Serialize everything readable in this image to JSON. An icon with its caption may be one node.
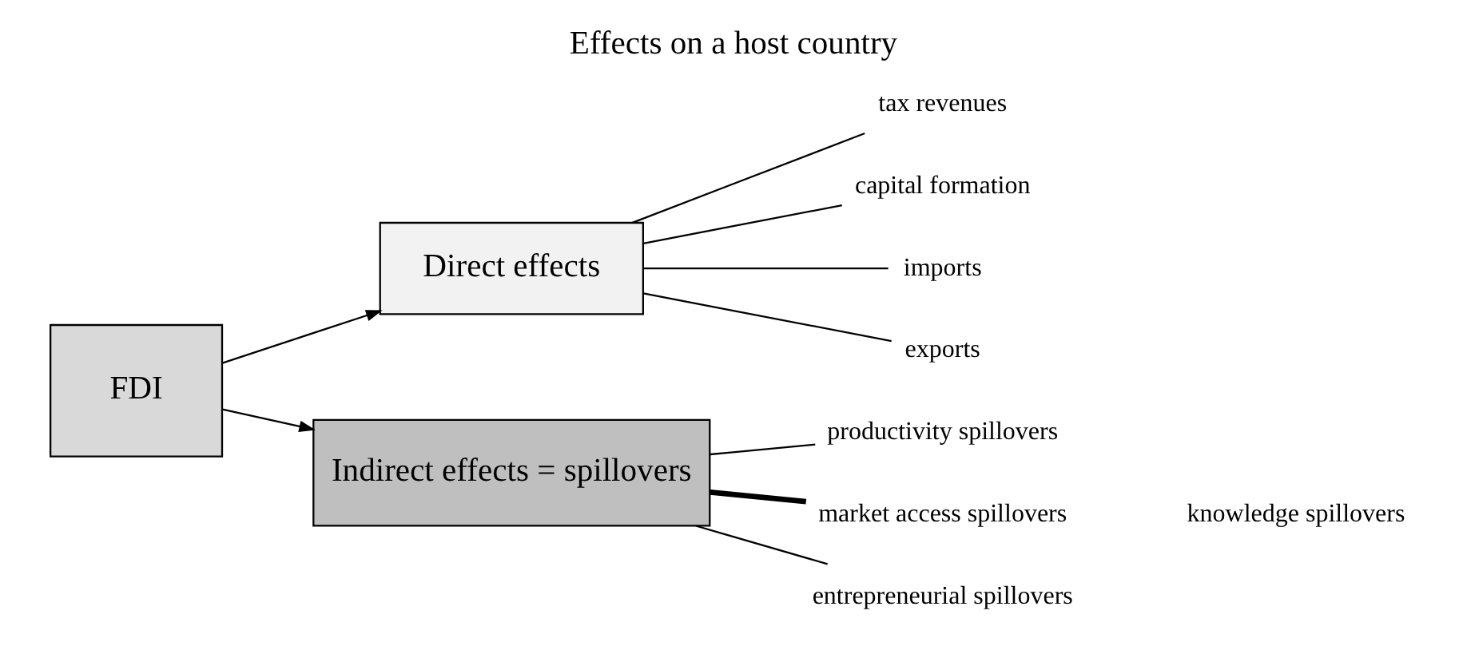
{
  "diagram": {
    "title": "Effects on a host country",
    "nodes": [
      {
        "text": [
          "FDI"
        ]
      },
      {
        "text": [
          "Direct effects"
        ]
      },
      {
        "text": [
          "Indirect effects = spillovers"
        ]
      },
      {
        "text": [
          "tax revenues"
        ]
      },
      {
        "text": [
          "capital formation"
        ]
      },
      {
        "text": [
          "imports"
        ]
      },
      {
        "text": [
          "exports"
        ]
      },
      {
        "text": [
          "productivity spillovers"
        ]
      },
      {
        "text": [
          "market access spillovers"
        ]
      },
      {
        "text": [
          "entrepreneurial spillovers"
        ]
      }
    ],
    "edges": [
      {
        "from": 0,
        "to": 1,
        "arrow": "to"
      },
      {
        "from": 0,
        "to": 2,
        "arrow": "to"
      },
      {
        "from": 1,
        "to": 3,
        "arrow": "none"
      },
      {
        "from": 1,
        "to": 4,
        "arrow": "none"
      },
      {
        "from": 1,
        "to": 5,
        "arrow": "none"
      },
      {
        "from": 1,
        "to": 6,
        "arrow": "none"
      },
      {
        "from": 2,
        "to": 7,
        "arrow": "none"
      },
      {
        "from": 2,
        "to": 8,
        "arrow": "none",
        "style": "thick"
      },
      {
        "from": 2,
        "to": 9,
        "arrow": "none"
      }
    ],
    "labels": [
      "knowledge spillovers"
    ]
  }
}
